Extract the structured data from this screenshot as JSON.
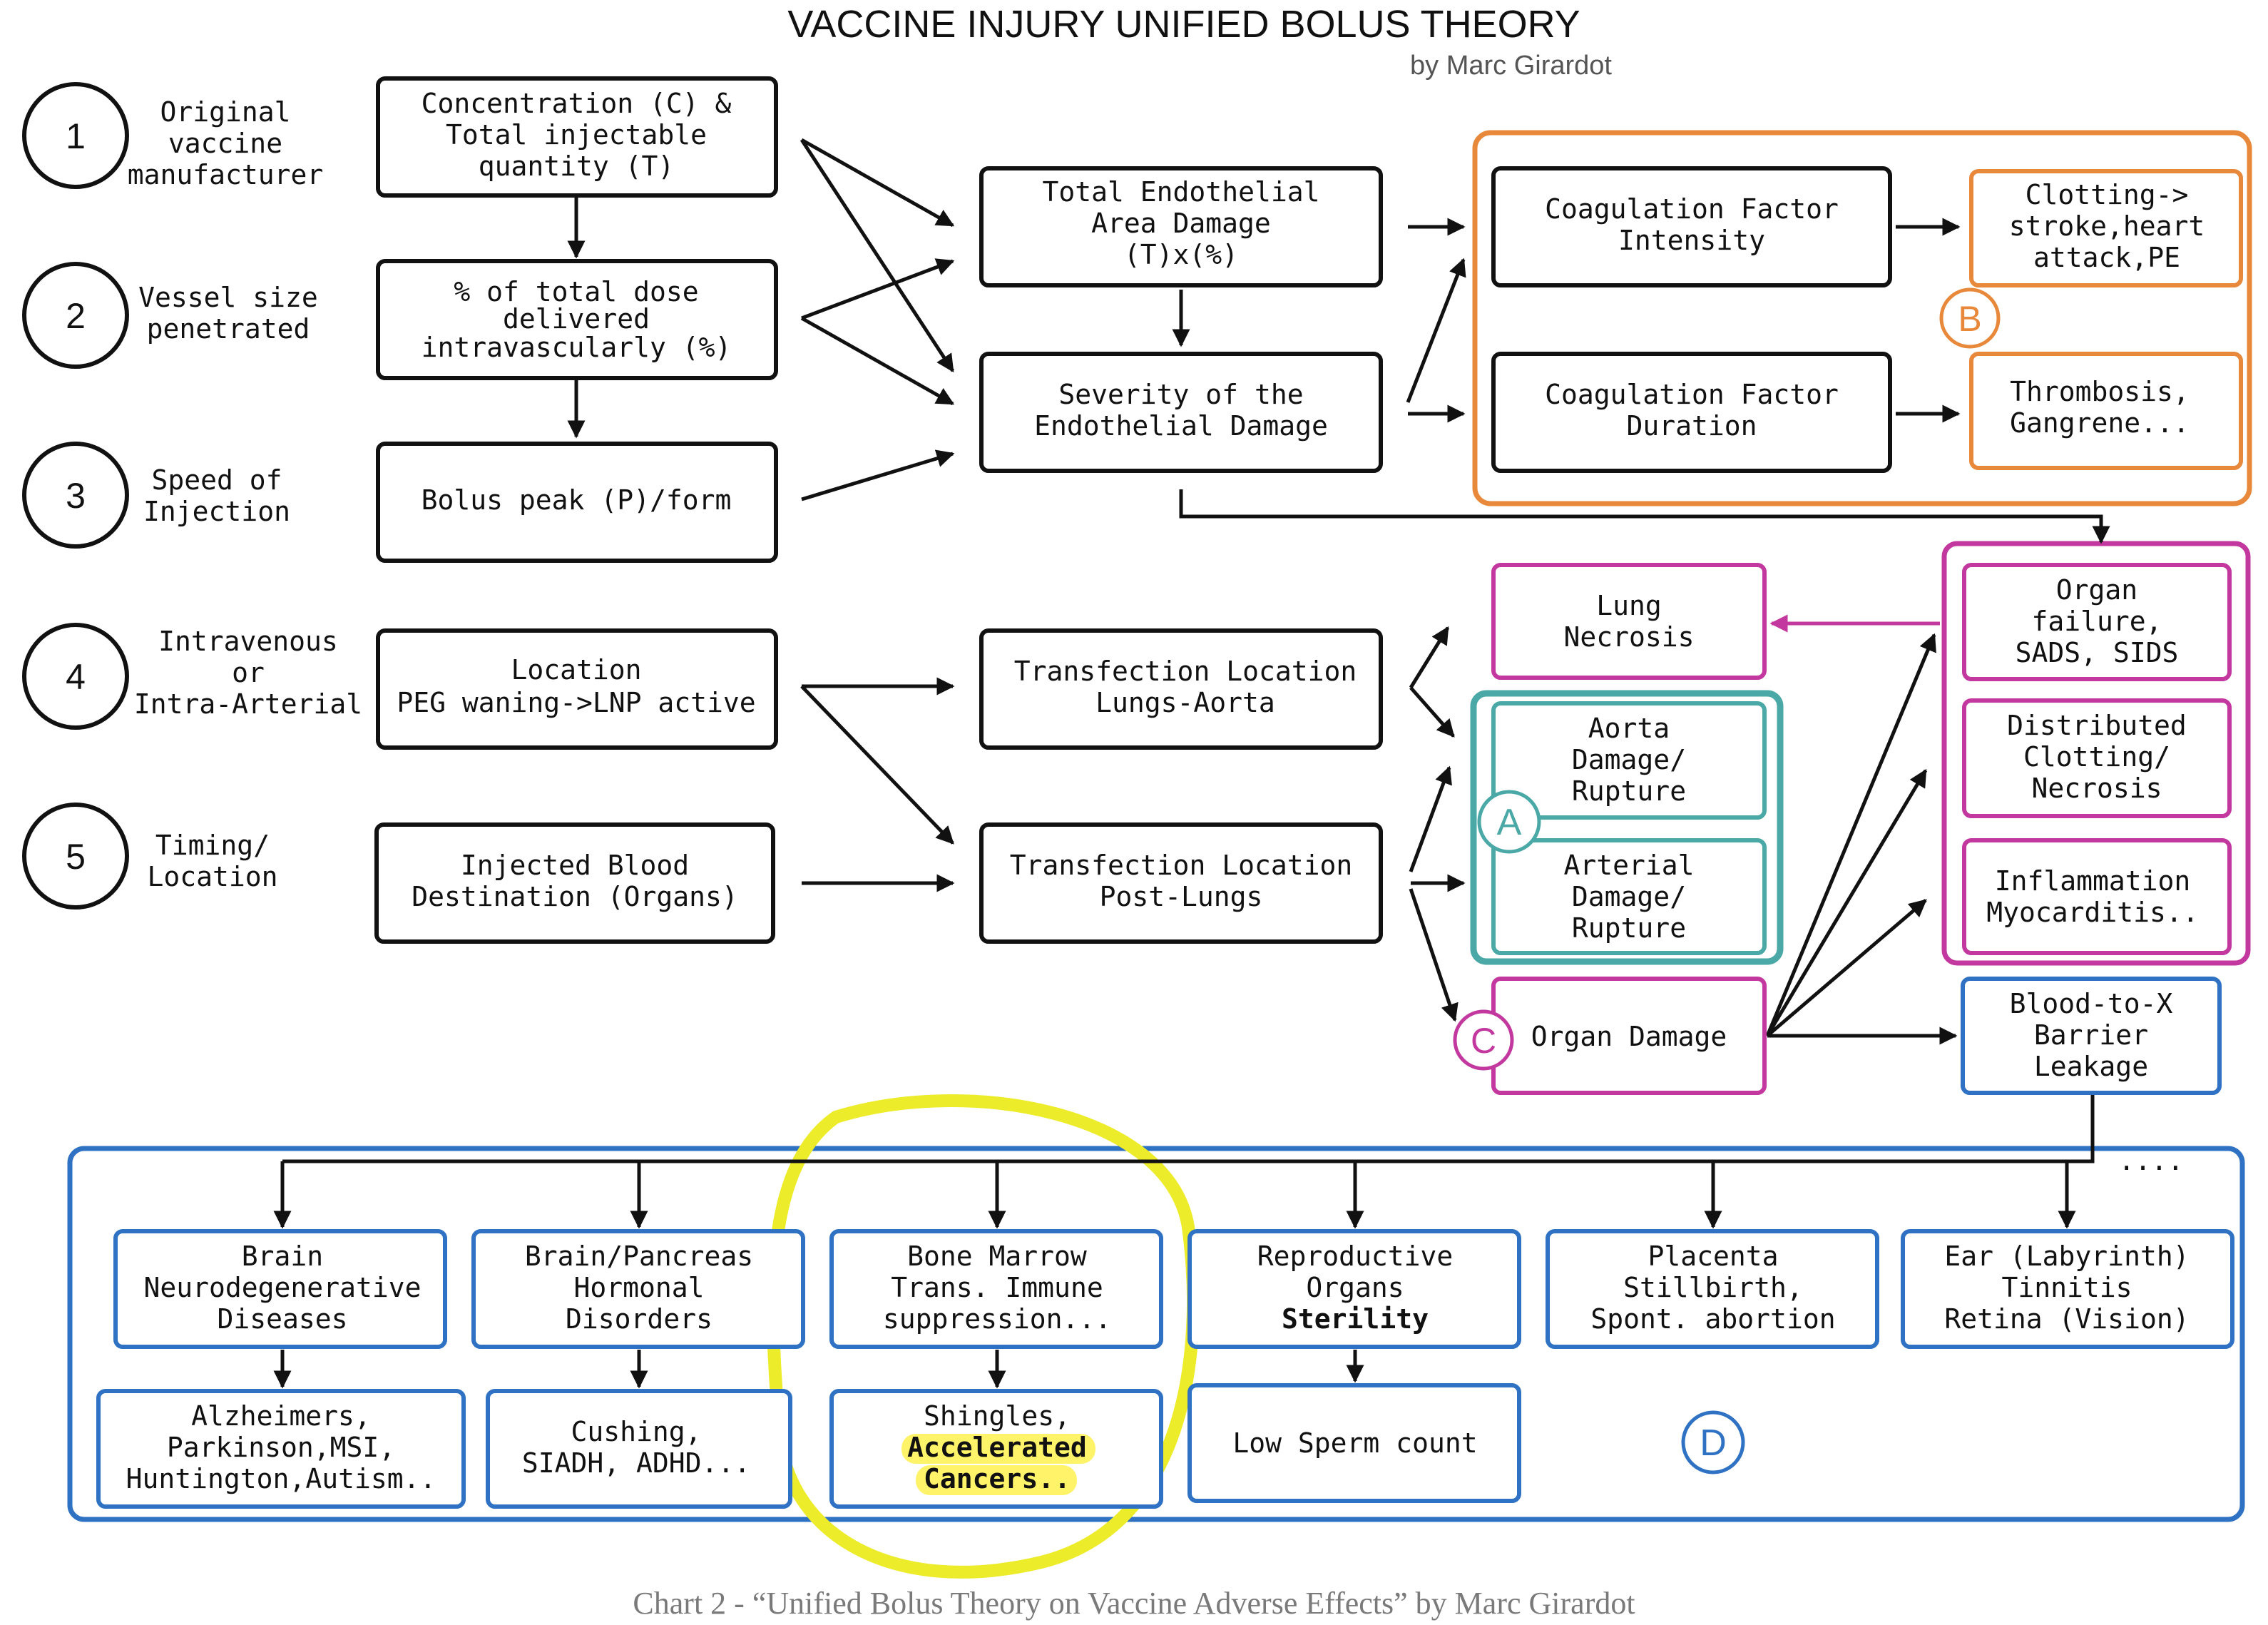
{
  "header": {
    "title": "VACCINE INJURY UNIFIED BOLUS THEORY",
    "author": "by Marc Girardot"
  },
  "factors": [
    {
      "num": "1",
      "label": [
        "Original",
        "vaccine",
        "manufacturer"
      ]
    },
    {
      "num": "2",
      "label": [
        "Vessel size",
        "penetrated"
      ]
    },
    {
      "num": "3",
      "label": [
        "Speed of",
        "Injection"
      ]
    },
    {
      "num": "4",
      "label": [
        "Intravenous",
        "or",
        "Intra-Arterial"
      ]
    },
    {
      "num": "5",
      "label": [
        "Timing/",
        "Location"
      ]
    }
  ],
  "boxes": {
    "concentration": [
      "Concentration (C) &",
      "Total injectable",
      "quantity (T)"
    ],
    "pct_dose": [
      "% of total dose",
      "delivered",
      "intravascularly (%)"
    ],
    "bolus_peak": [
      "Bolus peak (P)/form"
    ],
    "location": [
      "Location",
      "PEG waning->LNP active"
    ],
    "injected_blood": [
      "Injected Blood",
      "Destination (Organs)"
    ],
    "total_endothelial": [
      "Total Endothelial",
      "Area Damage",
      "(T)x(%)"
    ],
    "severity": [
      "Severity of the",
      "Endothelial Damage"
    ],
    "transfection_lungs": [
      "Transfection Location",
      "Lungs-Aorta"
    ],
    "transfection_post": [
      "Transfection Location",
      "Post-Lungs"
    ],
    "coag_intensity": [
      "Coagulation Factor",
      "Intensity"
    ],
    "coag_duration": [
      "Coagulation Factor",
      "Duration"
    ],
    "clotting": [
      "Clotting->",
      "stroke,heart",
      "attack,PE"
    ],
    "thrombosis": [
      "Thrombosis,",
      "Gangrene..."
    ],
    "lung_necrosis": [
      "Lung",
      "Necrosis"
    ],
    "aorta": [
      "Aorta",
      "Damage/",
      "Rupture"
    ],
    "arterial": [
      "Arterial",
      "Damage/",
      "Rupture"
    ],
    "organ_damage": [
      "Organ Damage"
    ],
    "organ_failure": [
      "Organ",
      "failure,",
      "SADS, SIDS"
    ],
    "distributed": [
      "Distributed",
      "Clotting/",
      "Necrosis"
    ],
    "inflammation": [
      "Inflammation",
      "Myocarditis.."
    ],
    "blood_barrier": [
      "Blood-to-X",
      "Barrier",
      "Leakage"
    ],
    "brain": [
      "Brain",
      "Neurodegenerative",
      "Diseases"
    ],
    "brain_pancreas": [
      "Brain/Pancreas",
      "Hormonal",
      "Disorders"
    ],
    "bone_marrow": [
      "Bone Marrow",
      "Trans. Immune",
      "suppression..."
    ],
    "reproductive": [
      "Reproductive",
      "Organs",
      "Sterility"
    ],
    "placenta": [
      "Placenta",
      "Stillbirth,",
      "Spont. abortion"
    ],
    "ear": [
      "Ear (Labyrinth)",
      "Tinnitis",
      "Retina (Vision)"
    ],
    "alzheimers": [
      "Alzheimers,",
      "Parkinson,MSI,",
      "Huntington,Autism.."
    ],
    "cushing": [
      "Cushing,",
      "SIADH, ADHD..."
    ],
    "shingles": [
      "Shingles,",
      "Accelerated",
      "Cancers.."
    ],
    "low_sperm": [
      "Low Sperm count"
    ]
  },
  "group_markers": {
    "A": "A",
    "B": "B",
    "C": "C",
    "D": "D"
  },
  "more": "....",
  "caption": "Chart 2 - “Unified Bolus Theory on Vaccine Adverse Effects” by Marc Girardot",
  "colors": {
    "orange": "#e8883a",
    "magenta": "#c2389e",
    "teal": "#4aa8a6",
    "blue": "#2f72c4",
    "highlight": "#fff36a",
    "yellow_marker": "#ecec2a"
  }
}
